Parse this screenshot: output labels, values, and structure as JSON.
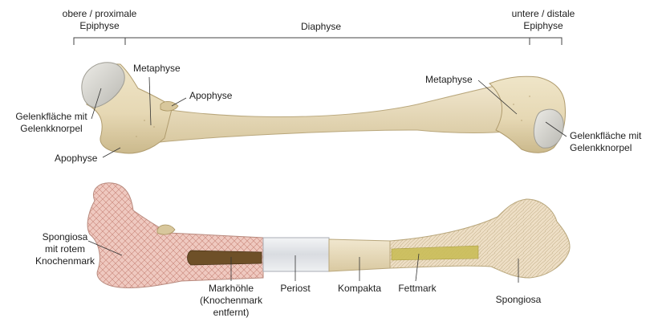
{
  "labels": {
    "proximal_epiphysis": [
      "obere / proximale",
      "Epiphyse"
    ],
    "diaphysis": "Diaphyse",
    "distal_epiphysis": [
      "untere / distale",
      "Epiphyse"
    ],
    "metaphysis_left": "Metaphyse",
    "apophysis_top": "Apophyse",
    "articular_left": [
      "Gelenkfläche mit",
      "Gelenkknorpel"
    ],
    "apophysis_bottom": "Apophyse",
    "metaphysis_right": "Metaphyse",
    "articular_right": [
      "Gelenkfläche mit",
      "Gelenkknorpel"
    ],
    "spongiosa_red": [
      "Spongiosa",
      "mit rotem",
      "Knochenmark"
    ],
    "marrow_cavity": [
      "Markhöhle",
      "(Knochenmark",
      "entfernt)"
    ],
    "periosteum": "Periost",
    "compacta": "Kompakta",
    "fat_marrow": "Fettmark",
    "spongiosa": "Spongiosa"
  },
  "colors": {
    "bone": "#e8dcbc",
    "bone_shadow": "#c9b98f",
    "cartilage": "#d6d6d0",
    "red_marrow": "#e7b7ad",
    "spongy": "#e9d9bf",
    "fat_marrow": "#c9bb55",
    "periost": "#dcdfe4",
    "leader": "#333333"
  }
}
